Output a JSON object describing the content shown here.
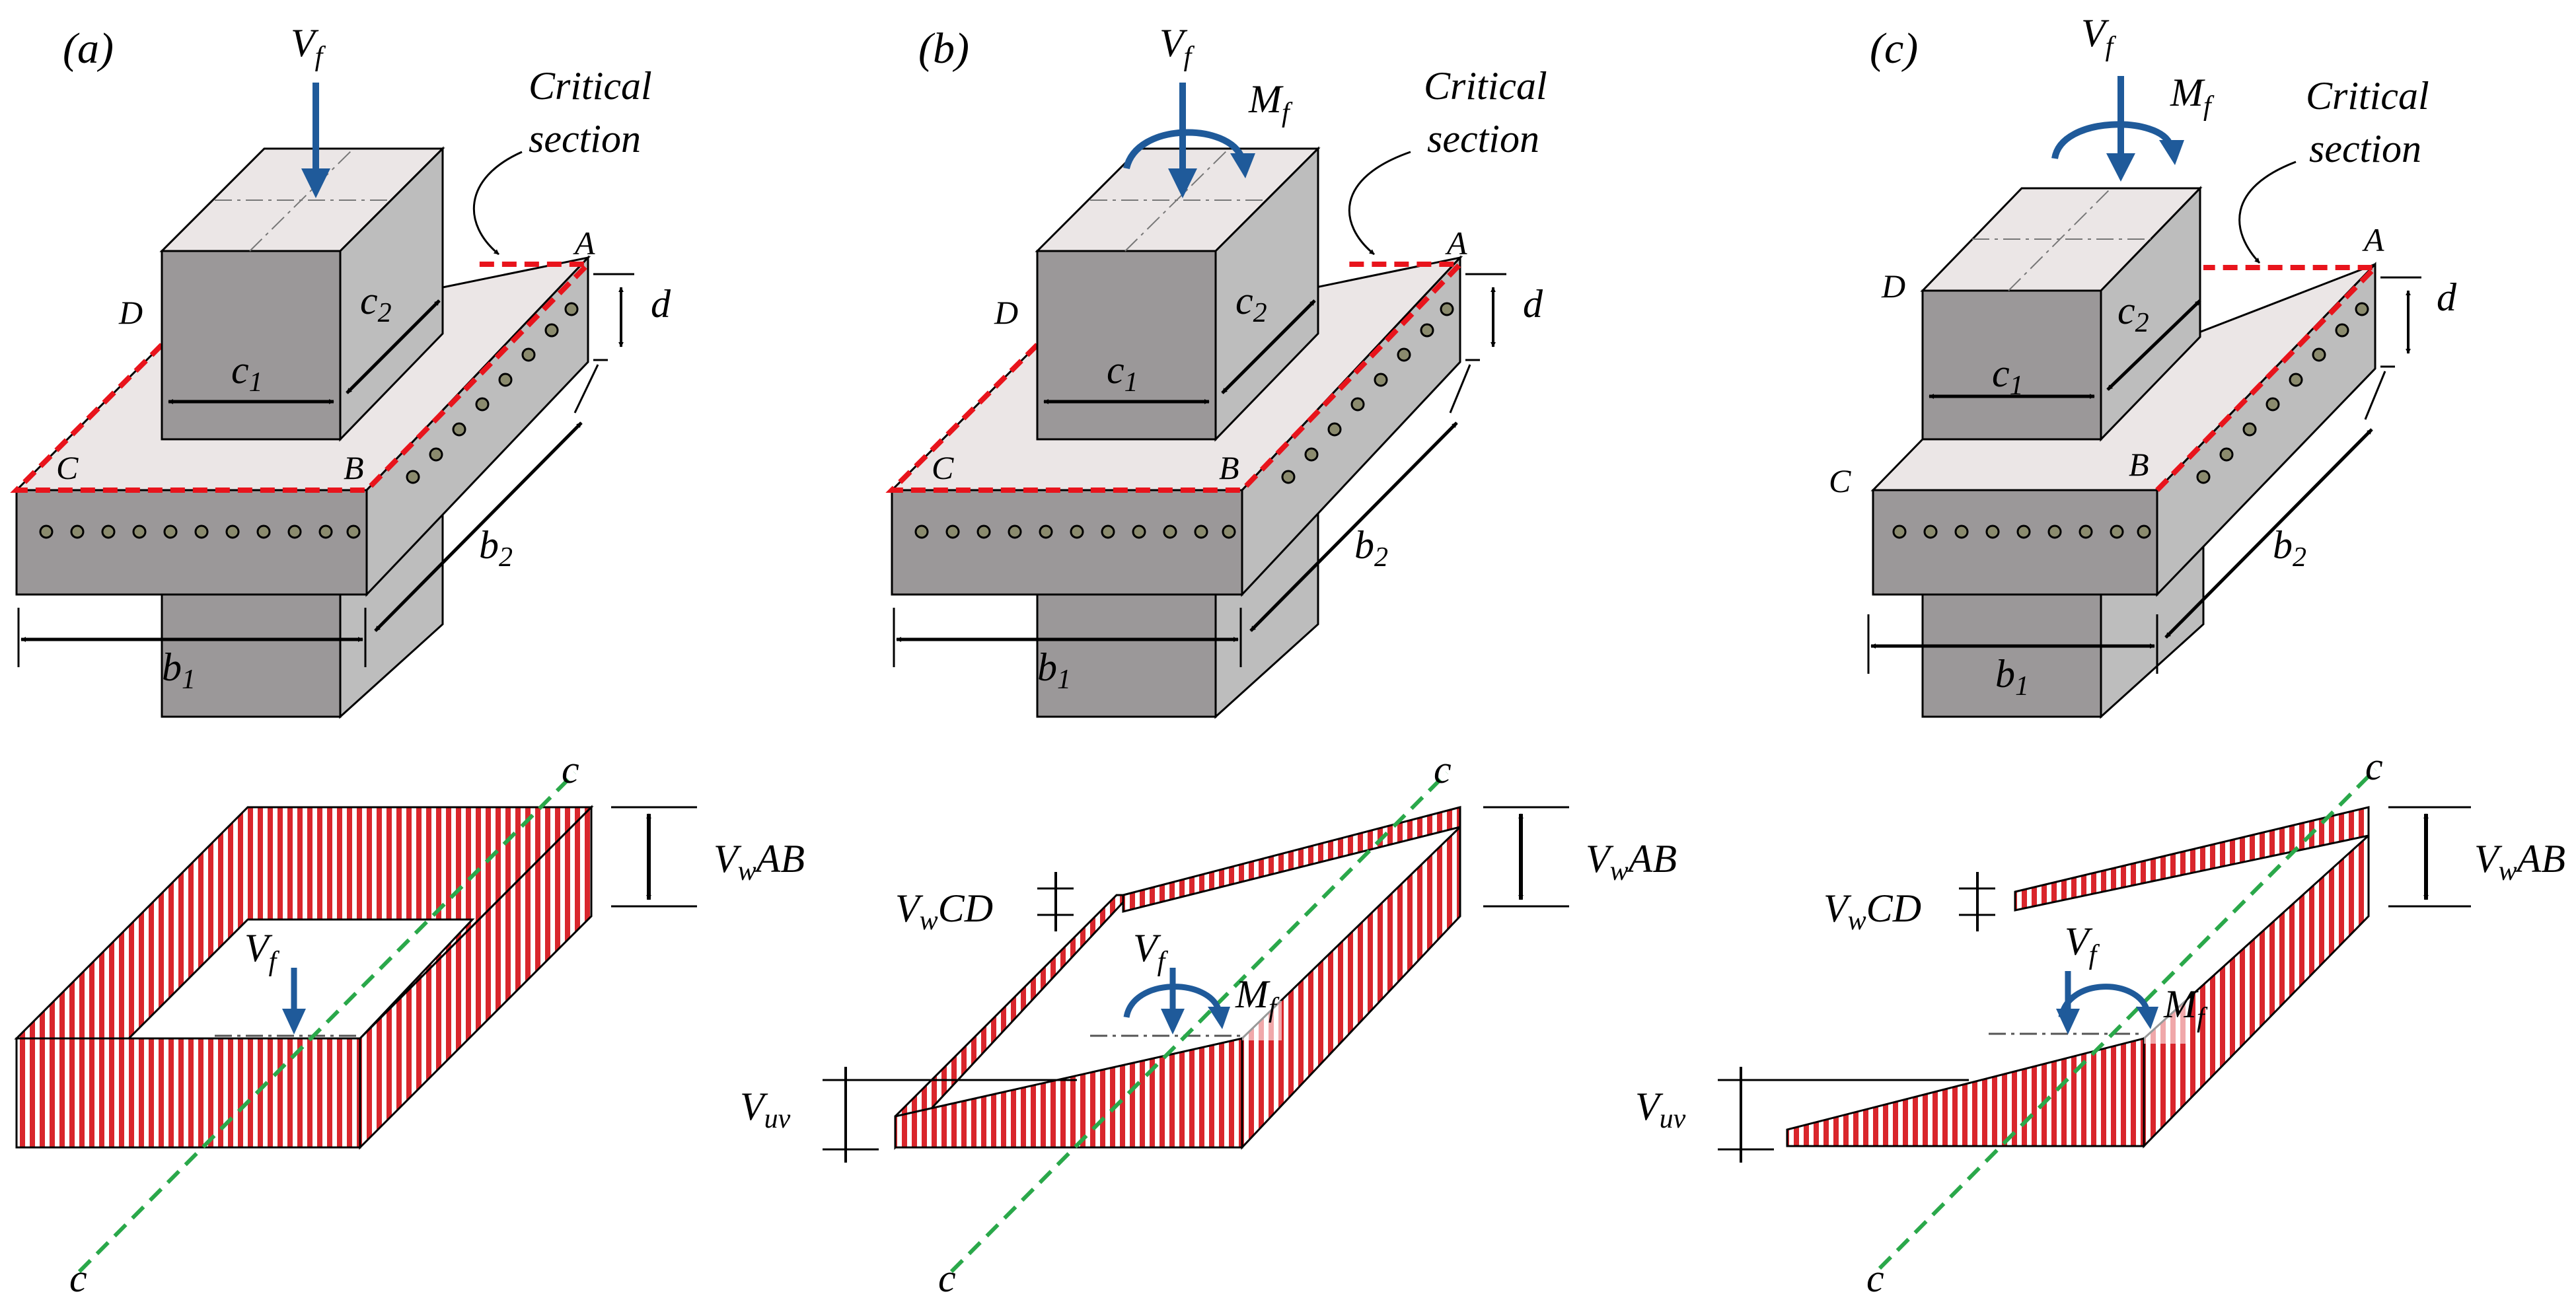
{
  "colors": {
    "force_arrow": "#1f5a9a",
    "critical_section": "#e8141c",
    "centerline": "#2aa84a",
    "stress_fill": "#d9262c",
    "concrete_front": "#9b9899",
    "concrete_side": "#bdbdbd",
    "concrete_top": "#ebe6e6",
    "rebar": "#8b8b6e"
  },
  "panels": [
    {
      "label": "(a)",
      "shear_symbol": "V",
      "shear_sub": "f",
      "critical_section": [
        "Critical",
        "section"
      ],
      "corners": [
        "A",
        "B",
        "C",
        "D"
      ],
      "dims": {
        "c1": "c",
        "c1_sub": "1",
        "c2": "c",
        "c2_sub": "2",
        "b1": "b",
        "b1_sub": "1",
        "b2": "b",
        "b2_sub": "2",
        "d": "d"
      },
      "axis": "c",
      "stress_force": {
        "symbol": "V",
        "sub": "f"
      },
      "stress_labels": {
        "ab": {
          "main": "V",
          "sub": "w",
          "tail": "AB"
        }
      }
    },
    {
      "label": "(b)",
      "shear_symbol": "V",
      "shear_sub": "f",
      "moment_symbol": "M",
      "moment_sub": "f",
      "critical_section": [
        "Critical",
        "section"
      ],
      "corners": [
        "A",
        "B",
        "C",
        "D"
      ],
      "dims": {
        "c1": "c",
        "c1_sub": "1",
        "c2": "c",
        "c2_sub": "2",
        "b1": "b",
        "b1_sub": "1",
        "b2": "b",
        "b2_sub": "2",
        "d": "d"
      },
      "axis": "c",
      "stress_force": {
        "symbol": "V",
        "sub": "f"
      },
      "stress_moment": {
        "symbol": "M",
        "sub": "f"
      },
      "stress_labels": {
        "ab": {
          "main": "V",
          "sub": "w",
          "tail": "AB"
        },
        "cd": {
          "main": "V",
          "sub": "w",
          "tail": "CD"
        },
        "uv": {
          "main": "V",
          "sub": "uv"
        }
      }
    },
    {
      "label": "(c)",
      "shear_symbol": "V",
      "shear_sub": "f",
      "moment_symbol": "M",
      "moment_sub": "f",
      "critical_section": [
        "Critical",
        "section"
      ],
      "corners": [
        "A",
        "B",
        "C",
        "D"
      ],
      "dims": {
        "c1": "c",
        "c1_sub": "1",
        "c2": "c",
        "c2_sub": "2",
        "b1": "b",
        "b1_sub": "1",
        "b2": "b",
        "b2_sub": "2",
        "d": "d"
      },
      "axis": "c",
      "stress_force": {
        "symbol": "V",
        "sub": "f"
      },
      "stress_moment": {
        "symbol": "M",
        "sub": "f"
      },
      "stress_labels": {
        "ab": {
          "main": "V",
          "sub": "w",
          "tail": "AB"
        },
        "cd": {
          "main": "V",
          "sub": "w",
          "tail": "CD"
        },
        "uv": {
          "main": "V",
          "sub": "uv"
        }
      }
    }
  ]
}
